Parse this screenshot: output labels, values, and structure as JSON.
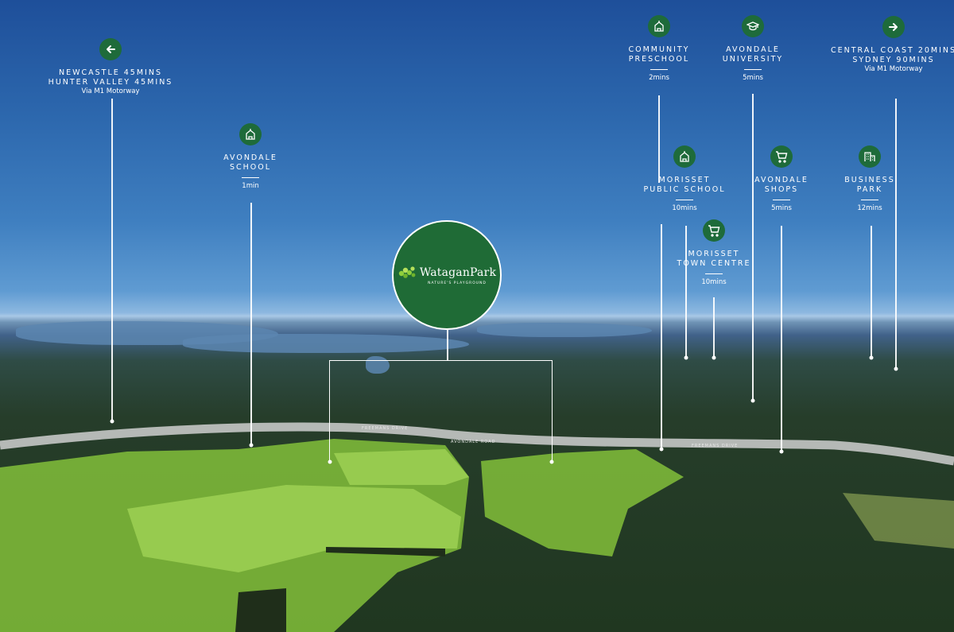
{
  "brand": {
    "name": "WataganPark",
    "tagline": "NATURE'S PLAYGROUND"
  },
  "roads": {
    "freemans_drive": "FREEMANS DRIVE",
    "avondale_road": "AVONDALE ROAD",
    "freemans_drive_2": "FREEMANS DRIVE"
  },
  "pois": {
    "newcastle": {
      "icon": "arrow-left-icon",
      "line1": "NEWCASTLE 45mins",
      "line2": "HUNTER VALLEY 45mins",
      "sub": "Via M1 Motorway"
    },
    "avondale_school": {
      "icon": "school-icon",
      "line1": "AVONDALE",
      "line2": "SCHOOL",
      "time": "1min"
    },
    "community_preschool": {
      "icon": "school-icon",
      "line1": "COMMUNITY",
      "line2": "PRESCHOOL",
      "time": "2mins"
    },
    "avondale_university": {
      "icon": "graduation-cap-icon",
      "line1": "AVONDALE",
      "line2": "UNIVERSITY",
      "time": "5mins"
    },
    "central_coast": {
      "icon": "arrow-right-icon",
      "line1": "CENTRAL COAST 20mins",
      "line2": "SYDNEY 90mins",
      "sub": "Via M1 Motorway"
    },
    "morisset_public_school": {
      "icon": "school-icon",
      "line1": "MORISSET",
      "line2": "PUBLIC SCHOOL",
      "time": "10mins"
    },
    "avondale_shops": {
      "icon": "shopping-cart-icon",
      "line1": "AVONDALE",
      "line2": "SHOPS",
      "time": "5mins"
    },
    "business_park": {
      "icon": "office-building-icon",
      "line1": "BUSINESS",
      "line2": "PARK",
      "time": "12mins"
    },
    "morisset_town_centre": {
      "icon": "shopping-cart-icon",
      "line1": "MORISSET",
      "line2": "TOWN CENTRE",
      "time": "10mins"
    }
  },
  "colors": {
    "badge": "#1e6b3a",
    "logo": "#1f6b36",
    "accent_green": "#8fcf3c"
  }
}
